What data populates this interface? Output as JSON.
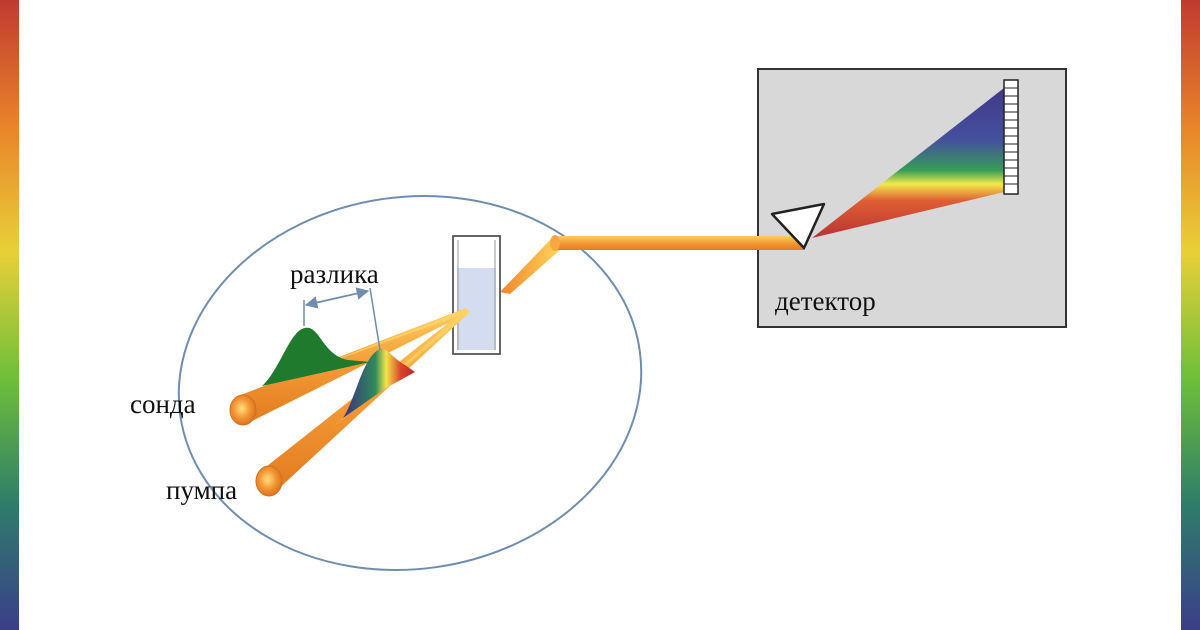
{
  "labels": {
    "difference": "разлика",
    "probe": "сонда",
    "pump": "пумпа",
    "detector": "детектор"
  },
  "colors": {
    "beam": "#f08a2c",
    "beam_highlight": "#ffd34d",
    "probe_pulse": "#1f7a2e",
    "outline": "#6f8db0",
    "detector_box": "#d8d8d8",
    "cuvette_liquid": "#cfd9ee",
    "frame_gradient": [
      "#c03a30",
      "#e8842a",
      "#e8d038",
      "#6fbf3a",
      "#2f7d6a",
      "#3b3e8a"
    ]
  },
  "icons": [
    "prism-icon",
    "sensor-array-icon",
    "cuvette-icon",
    "measurement-arrow-icon"
  ]
}
